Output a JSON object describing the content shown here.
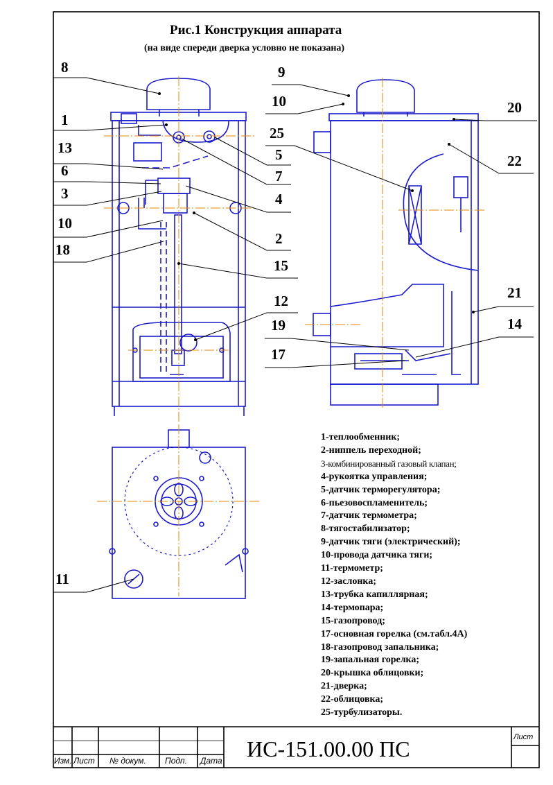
{
  "title": "Рис.1 Конструкция аппарата",
  "subtitle": "(на виде спереди дверка условно не показана)",
  "callouts": [
    "8",
    "9",
    "10",
    "1",
    "20",
    "25",
    "13",
    "5",
    "22",
    "6",
    "7",
    "3",
    "4",
    "10",
    "2",
    "18",
    "15",
    "12",
    "21",
    "19",
    "14",
    "17",
    "11"
  ],
  "legend": [
    "1-теплообменник;",
    "2-ниппель переходной;",
    "3-комбинированный газовый клапан;",
    "4-рукоятка управления;",
    "5-датчик терморегулятора;",
    "6-пьезовоспламенитель;",
    "7-датчик термометра;",
    "8-тягостабилизатор;",
    "9-датчик тяги (электрический);",
    "10-провода датчика тяги;",
    "11-термометр;",
    "12-заслонка;",
    "13-трубка капиллярная;",
    "14-термопара;",
    "15-газопровод;",
    "17-основная горелка (см.табл.4А)",
    "18-газопровод запальника;",
    "19-запальная горелка;",
    "20-крышка облицовки;",
    "21-дверка;",
    "22-облицовка;",
    "25-турбулизаторы."
  ],
  "title_block": {
    "document_number": "ИС-151.00.00 ПС",
    "sheet_label": "Лист",
    "columns": [
      "Изм.",
      "Лист",
      "№ докум.",
      "Подп.",
      "Дата"
    ]
  },
  "colors": {
    "drawing": "#1a1acc",
    "axis": "#e08a00",
    "frame": "#000000"
  }
}
